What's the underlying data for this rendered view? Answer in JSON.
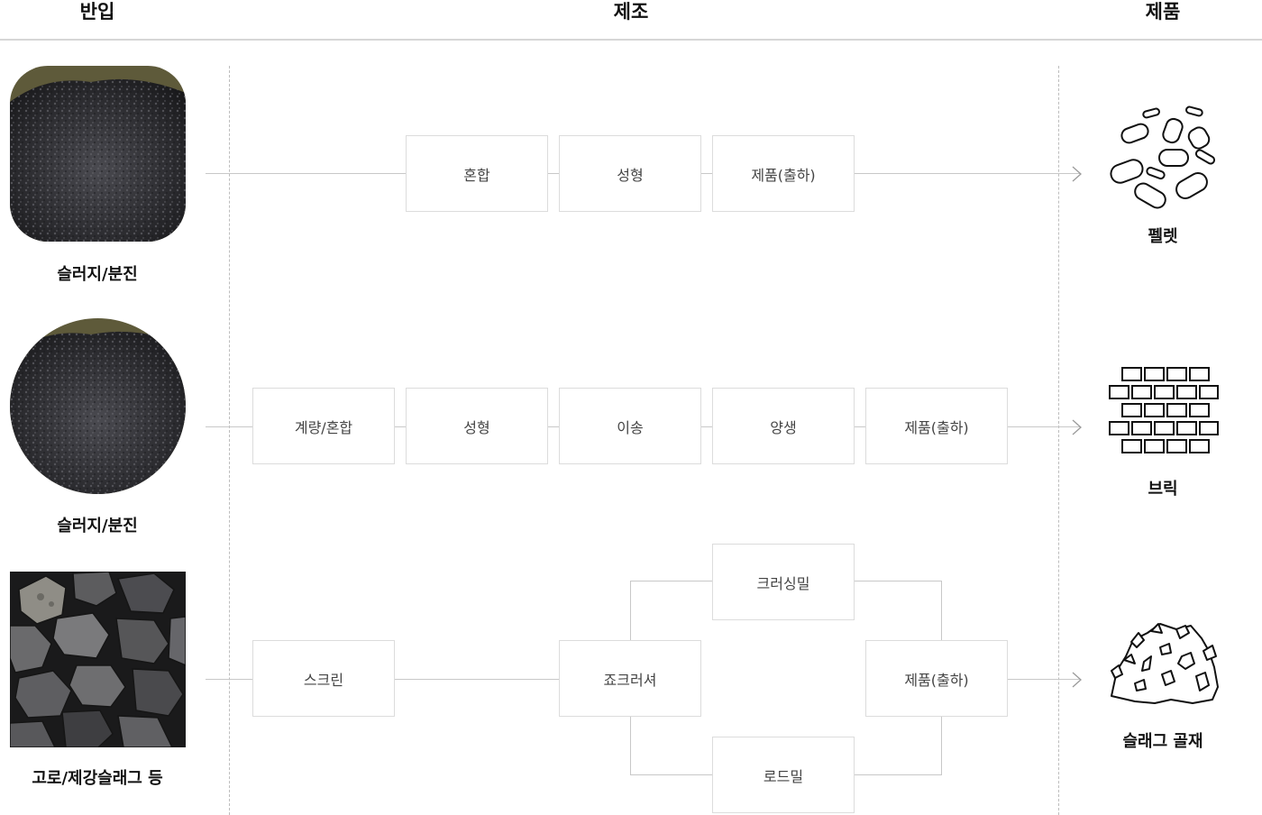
{
  "headers": {
    "input": "반입",
    "process": "제조",
    "product": "제품"
  },
  "rows": [
    {
      "input_label": "슬러지/분진",
      "input_image": "sludge-dust-photo",
      "steps": [
        "혼합",
        "성형",
        "제품(출하)"
      ],
      "product_label": "펠렛",
      "product_icon": "pellet-icon"
    },
    {
      "input_label": "슬러지/분진",
      "input_image": "sludge-dust-photo",
      "steps": [
        "계량/혼합",
        "성형",
        "이송",
        "양생",
        "제품(출하)"
      ],
      "product_label": "브릭",
      "product_icon": "brick-icon"
    },
    {
      "input_label": "고로/제강슬래그 등",
      "input_image": "slag-rocks-photo",
      "steps": [
        "스크린",
        "죠크러셔",
        "크러싱밀",
        "로드밀",
        "제품(출하)"
      ],
      "product_label": "슬래그 골재",
      "product_icon": "slag-aggregate-icon"
    }
  ],
  "colors": {
    "line": "#c8c8c8",
    "box_border": "#dcdcdc",
    "divider": "#d6d6d6"
  }
}
